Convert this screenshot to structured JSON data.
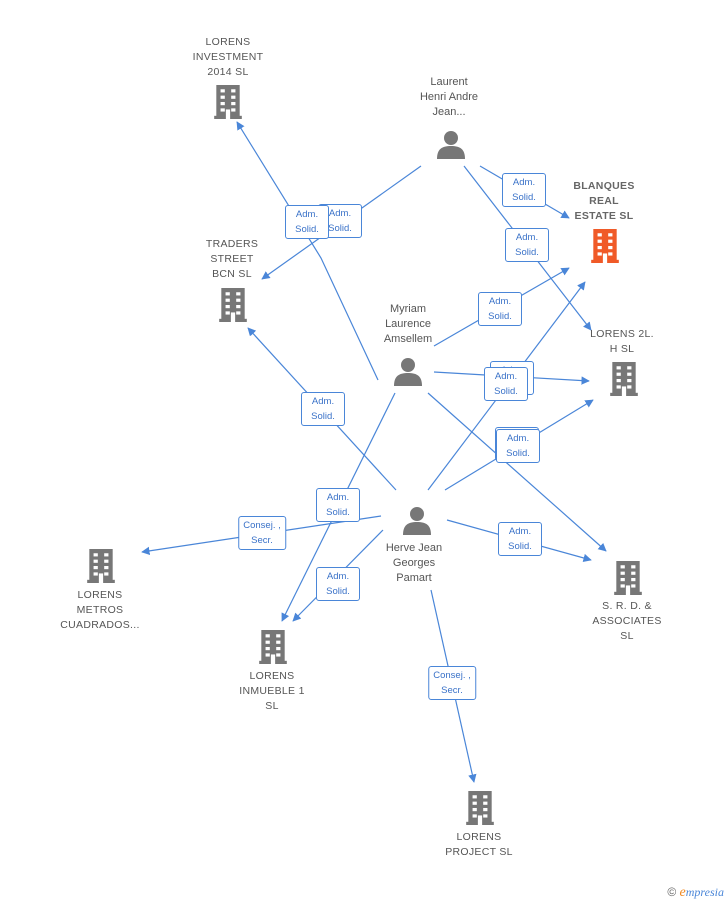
{
  "colors": {
    "edge": "#4a86d8",
    "node": "#777777",
    "highlight": "#f05a28"
  },
  "nodes": {
    "lorens_investment": {
      "label": "LORENS\nINVESTMENT\n2014  SL",
      "type": "company"
    },
    "laurent": {
      "label": "Laurent\nHenri Andre\nJean...",
      "type": "person"
    },
    "blanques": {
      "label": "BLANQUES\nREAL\nESTATE  SL",
      "type": "company",
      "highlight": true
    },
    "traders": {
      "label": "TRADERS\nSTREET\nBCN  SL",
      "type": "company"
    },
    "myriam": {
      "label": "Myriam\nLaurence\nAmsellem",
      "type": "person"
    },
    "lorens2lh": {
      "label": "LORENS 2L.\nH  SL",
      "type": "company"
    },
    "herve": {
      "label": "Herve Jean\nGeorges\nPamart",
      "type": "person"
    },
    "lorens_metros": {
      "label": "LORENS\nMETROS\nCUADRADOS...",
      "type": "company"
    },
    "srd": {
      "label": "S.  R. D. &\nASSOCIATES\nSL",
      "type": "company"
    },
    "lorens_inmueble": {
      "label": "LORENS\nINMUEBLE 1\nSL",
      "type": "company"
    },
    "lorens_project": {
      "label": "LORENS\nPROJECT  SL",
      "type": "company"
    }
  },
  "edges": [
    {
      "from": "laurent",
      "to": "blanques",
      "label": "Adm.\nSolid."
    },
    {
      "from": "laurent",
      "to": "lorens2lh",
      "label": "Adm.\nSolid."
    },
    {
      "from": "laurent",
      "to": "traders",
      "label": "Adm.\nSolid."
    },
    {
      "from": "myriam",
      "to": "lorens_investment",
      "label": "Adm.\nSolid."
    },
    {
      "from": "myriam",
      "to": "blanques",
      "label": "Adm.\nSolid."
    },
    {
      "from": "myriam",
      "to": "lorens2lh",
      "label": "Adm.\nSolid."
    },
    {
      "from": "myriam",
      "to": "srd",
      "label": "Adm.\nSolid."
    },
    {
      "from": "myriam",
      "to": "lorens_inmueble",
      "label": "Adm.\nSolid."
    },
    {
      "from": "herve",
      "to": "traders",
      "label": "Adm.\nSolid."
    },
    {
      "from": "herve",
      "to": "blanques",
      "label": "Adm.\nSolid."
    },
    {
      "from": "herve",
      "to": "lorens2lh",
      "label": "Adm.\nSolid."
    },
    {
      "from": "herve",
      "to": "srd",
      "label": "Adm.\nSolid."
    },
    {
      "from": "herve",
      "to": "lorens_metros",
      "label": "Consej. ,\nSecr."
    },
    {
      "from": "herve",
      "to": "lorens_inmueble",
      "label": "Adm.\nSolid."
    },
    {
      "from": "herve",
      "to": "lorens_project",
      "label": "Consej. ,\nSecr."
    }
  ],
  "brand": {
    "copyright": "©",
    "first": "e",
    "rest": "mpresia"
  }
}
